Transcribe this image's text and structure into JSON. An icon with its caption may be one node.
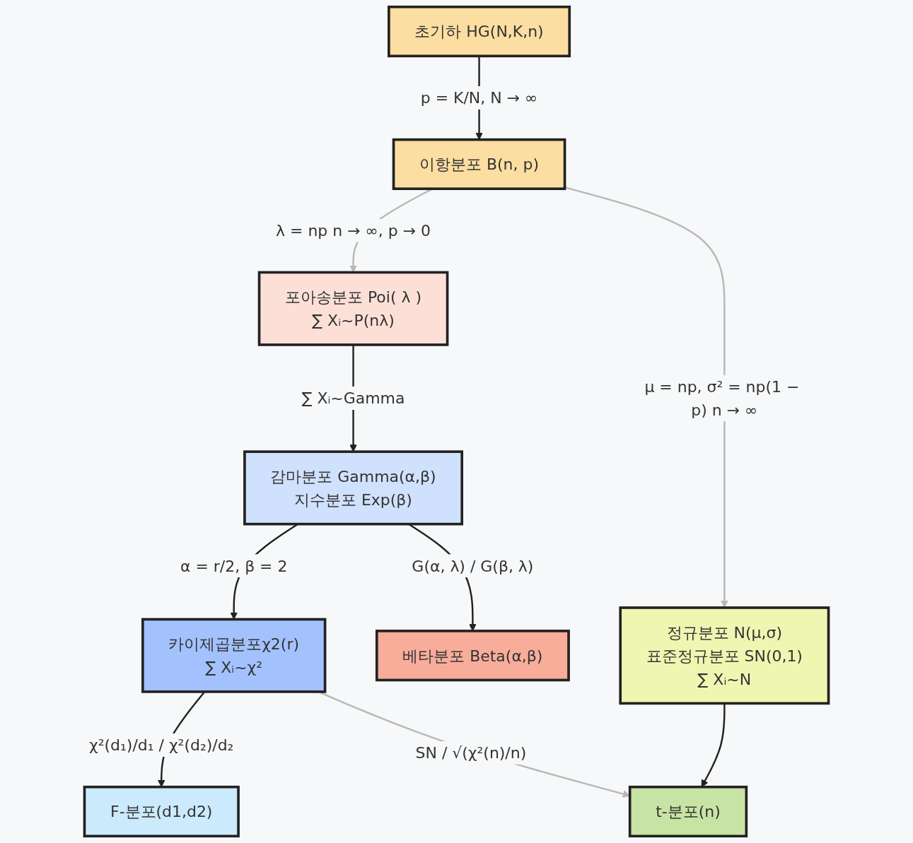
{
  "diagram": {
    "nodes": [
      {
        "text": [
          "이항분포 B(n, p)"
        ]
      },
      {
        "text": [
          "포아송분포 Poi( λ )",
          "∑ Xᵢ~P(nλ)"
        ]
      },
      {
        "text": [
          "초기하 HG(N,K,n)"
        ]
      },
      {
        "text": [
          "감마분포 Gamma(α,β)",
          "지수분포 Exp(β)"
        ]
      },
      {
        "text": [
          "정규분포 N(μ,σ)",
          "표준정규분포 SN(0,1)",
          "∑ Xᵢ~N"
        ]
      },
      {
        "text": [
          "카이제곱분포χ2(r)",
          "∑ Xᵢ~χ²"
        ]
      },
      {
        "text": [
          "베타분포 Beta(α,β)"
        ]
      },
      {
        "text": [
          "F-분포(d1,d2)"
        ]
      },
      {
        "text": [
          "t-분포(n)"
        ]
      }
    ],
    "edges": [
      {
        "from": 2,
        "to": 0,
        "arrow": "to",
        "label": "p = K/N, N → ∞"
      },
      {
        "from": 0,
        "to": 1,
        "arrow": "to",
        "label": "λ = np n → ∞, p → 0",
        "color": "#b8b8b8"
      },
      {
        "from": 0,
        "to": 4,
        "arrow": "to",
        "label": "μ = np, σ² = np(1 − p) n → ∞",
        "color": "#b8b8b8"
      },
      {
        "from": 1,
        "to": 3,
        "arrow": "to",
        "label": "∑ Xᵢ~Gamma"
      },
      {
        "from": 3,
        "to": 5,
        "arrow": "to",
        "label": "α = r/2, β = 2"
      },
      {
        "from": 3,
        "to": 6,
        "arrow": "to",
        "label": "G(α, λ) / G(β, λ)"
      },
      {
        "from": 5,
        "to": 7,
        "arrow": "to",
        "label": "χ²(d₁)/d₁ / χ²(d₂)/d₂"
      },
      {
        "from": 5,
        "to": 8,
        "arrow": "to",
        "label": "SN / √(χ²(n)/n)",
        "color": "#b8b8b8"
      },
      {
        "from": 4,
        "to": 8,
        "arrow": "to"
      }
    ]
  }
}
